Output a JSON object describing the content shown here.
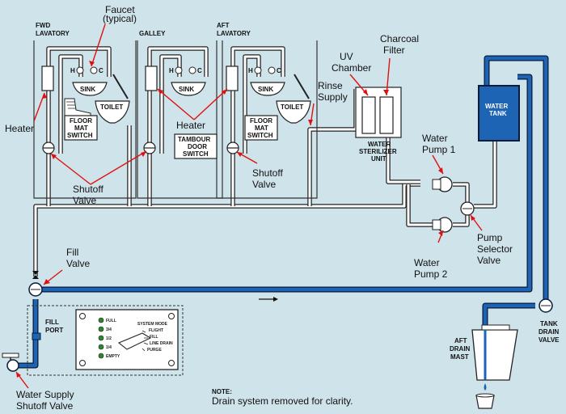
{
  "labels": {
    "faucet": "Faucet",
    "typical": "(typical)",
    "fwd_lavatory_1": "FWD",
    "fwd_lavatory_2": "LAVATORY",
    "galley": "GALLEY",
    "aft_lavatory_1": "AFT",
    "aft_lavatory_2": "LAVATORY",
    "uv_chamber_1": "UV",
    "uv_chamber_2": "Chamber",
    "charcoal_filter_1": "Charcoal",
    "charcoal_filter_2": "Filter",
    "rinse_supply_1": "Rinse",
    "rinse_supply_2": "Supply",
    "heater_left": "Heater",
    "heater_center": "Heater",
    "shutoff_valve_left_1": "Shutoff",
    "shutoff_valve_left_2": "Valve",
    "shutoff_valve_right_1": "Shutoff",
    "shutoff_valve_right_2": "Valve",
    "water_pump_1_a": "Water",
    "water_pump_1_b": "Pump 1",
    "water_pump_2_a": "Water",
    "water_pump_2_b": "Pump 2",
    "pump_selector_1": "Pump",
    "pump_selector_2": "Selector",
    "pump_selector_3": "Valve",
    "fill_valve_1": "Fill",
    "fill_valve_2": "Valve",
    "fill_port_1": "FILL",
    "fill_port_2": "PORT",
    "water_supply_1": "Water Supply",
    "water_supply_2": "Shutoff Valve",
    "water_tank_1": "WATER",
    "water_tank_2": "TANK",
    "tank_drain_1": "TANK",
    "tank_drain_2": "DRAIN",
    "tank_drain_3": "VALVE",
    "aft_drain_1": "AFT",
    "aft_drain_2": "DRAIN",
    "aft_drain_3": "MAST",
    "sterilizer_1": "WATER",
    "sterilizer_2": "STERILIZER",
    "sterilizer_3": "UNIT",
    "sink": "SINK",
    "toilet": "TOILET",
    "floor_mat_1": "FLOOR",
    "floor_mat_2": "MAT",
    "floor_mat_3": "SWITCH",
    "tambour_1": "TAMBOUR",
    "tambour_2": "DOOR",
    "tambour_3": "SWITCH",
    "hot": "H",
    "cold": "C",
    "note_title": "NOTE:",
    "note_text": "Drain system removed for clarity."
  },
  "panel": {
    "levels": [
      "FULL",
      "3/4",
      "1/2",
      "1/4",
      "EMPTY"
    ],
    "system_mode": "SYSTEM MODE",
    "modes": [
      "FLIGHT",
      "FILL",
      "LINE DRAIN",
      "PURGE"
    ]
  },
  "colors": {
    "background": "#cfe3ea",
    "water_blue": "#1e64b4",
    "annotation_red": "#e01010"
  }
}
